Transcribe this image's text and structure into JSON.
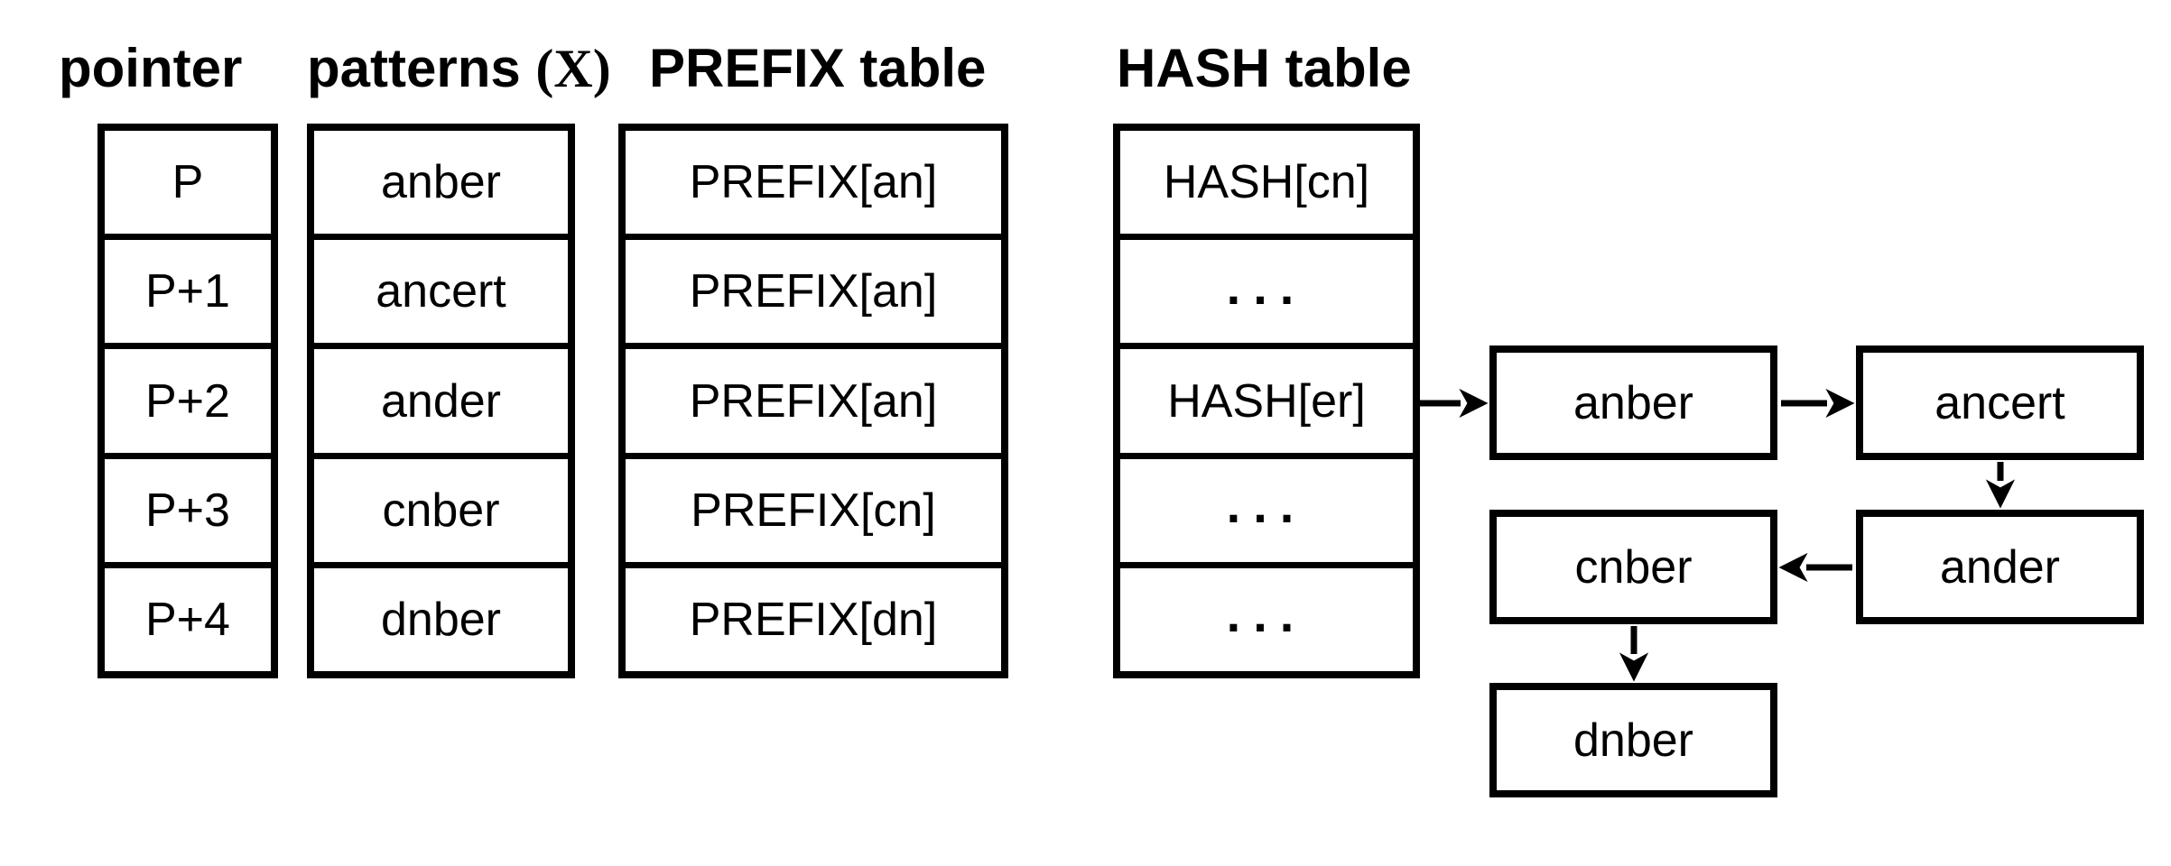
{
  "title_row": {
    "pointer": "pointer",
    "patterns": "patterns",
    "patterns_var": "(X)",
    "prefix": "PREFIX table",
    "hash": "HASH table"
  },
  "pointer_table": {
    "rows": [
      "P",
      "P+1",
      "P+2",
      "P+3",
      "P+4"
    ]
  },
  "patterns_table": {
    "rows": [
      "anber",
      "ancert",
      "ander",
      "cnber",
      "dnber"
    ]
  },
  "prefix_table": {
    "rows": [
      "PREFIX[an]",
      "PREFIX[an]",
      "PREFIX[an]",
      "PREFIX[cn]",
      "PREFIX[dn]"
    ]
  },
  "hash_table": {
    "rows": [
      "HASH[cn]",
      "...",
      "HASH[er]",
      "...",
      "..."
    ]
  },
  "linked_list": {
    "anber": "anber",
    "ancert": "ancert",
    "ander": "ander",
    "cnber": "cnber",
    "dnber": "dnber"
  },
  "connections": [
    {
      "from": "HASH[er]",
      "to": "anber"
    },
    {
      "from": "anber",
      "to": "ancert"
    },
    {
      "from": "ancert",
      "to": "ander"
    },
    {
      "from": "ander",
      "to": "cnber"
    },
    {
      "from": "cnber",
      "to": "dnber"
    }
  ],
  "colors": {
    "ink": "#000000",
    "background": "#ffffff"
  }
}
